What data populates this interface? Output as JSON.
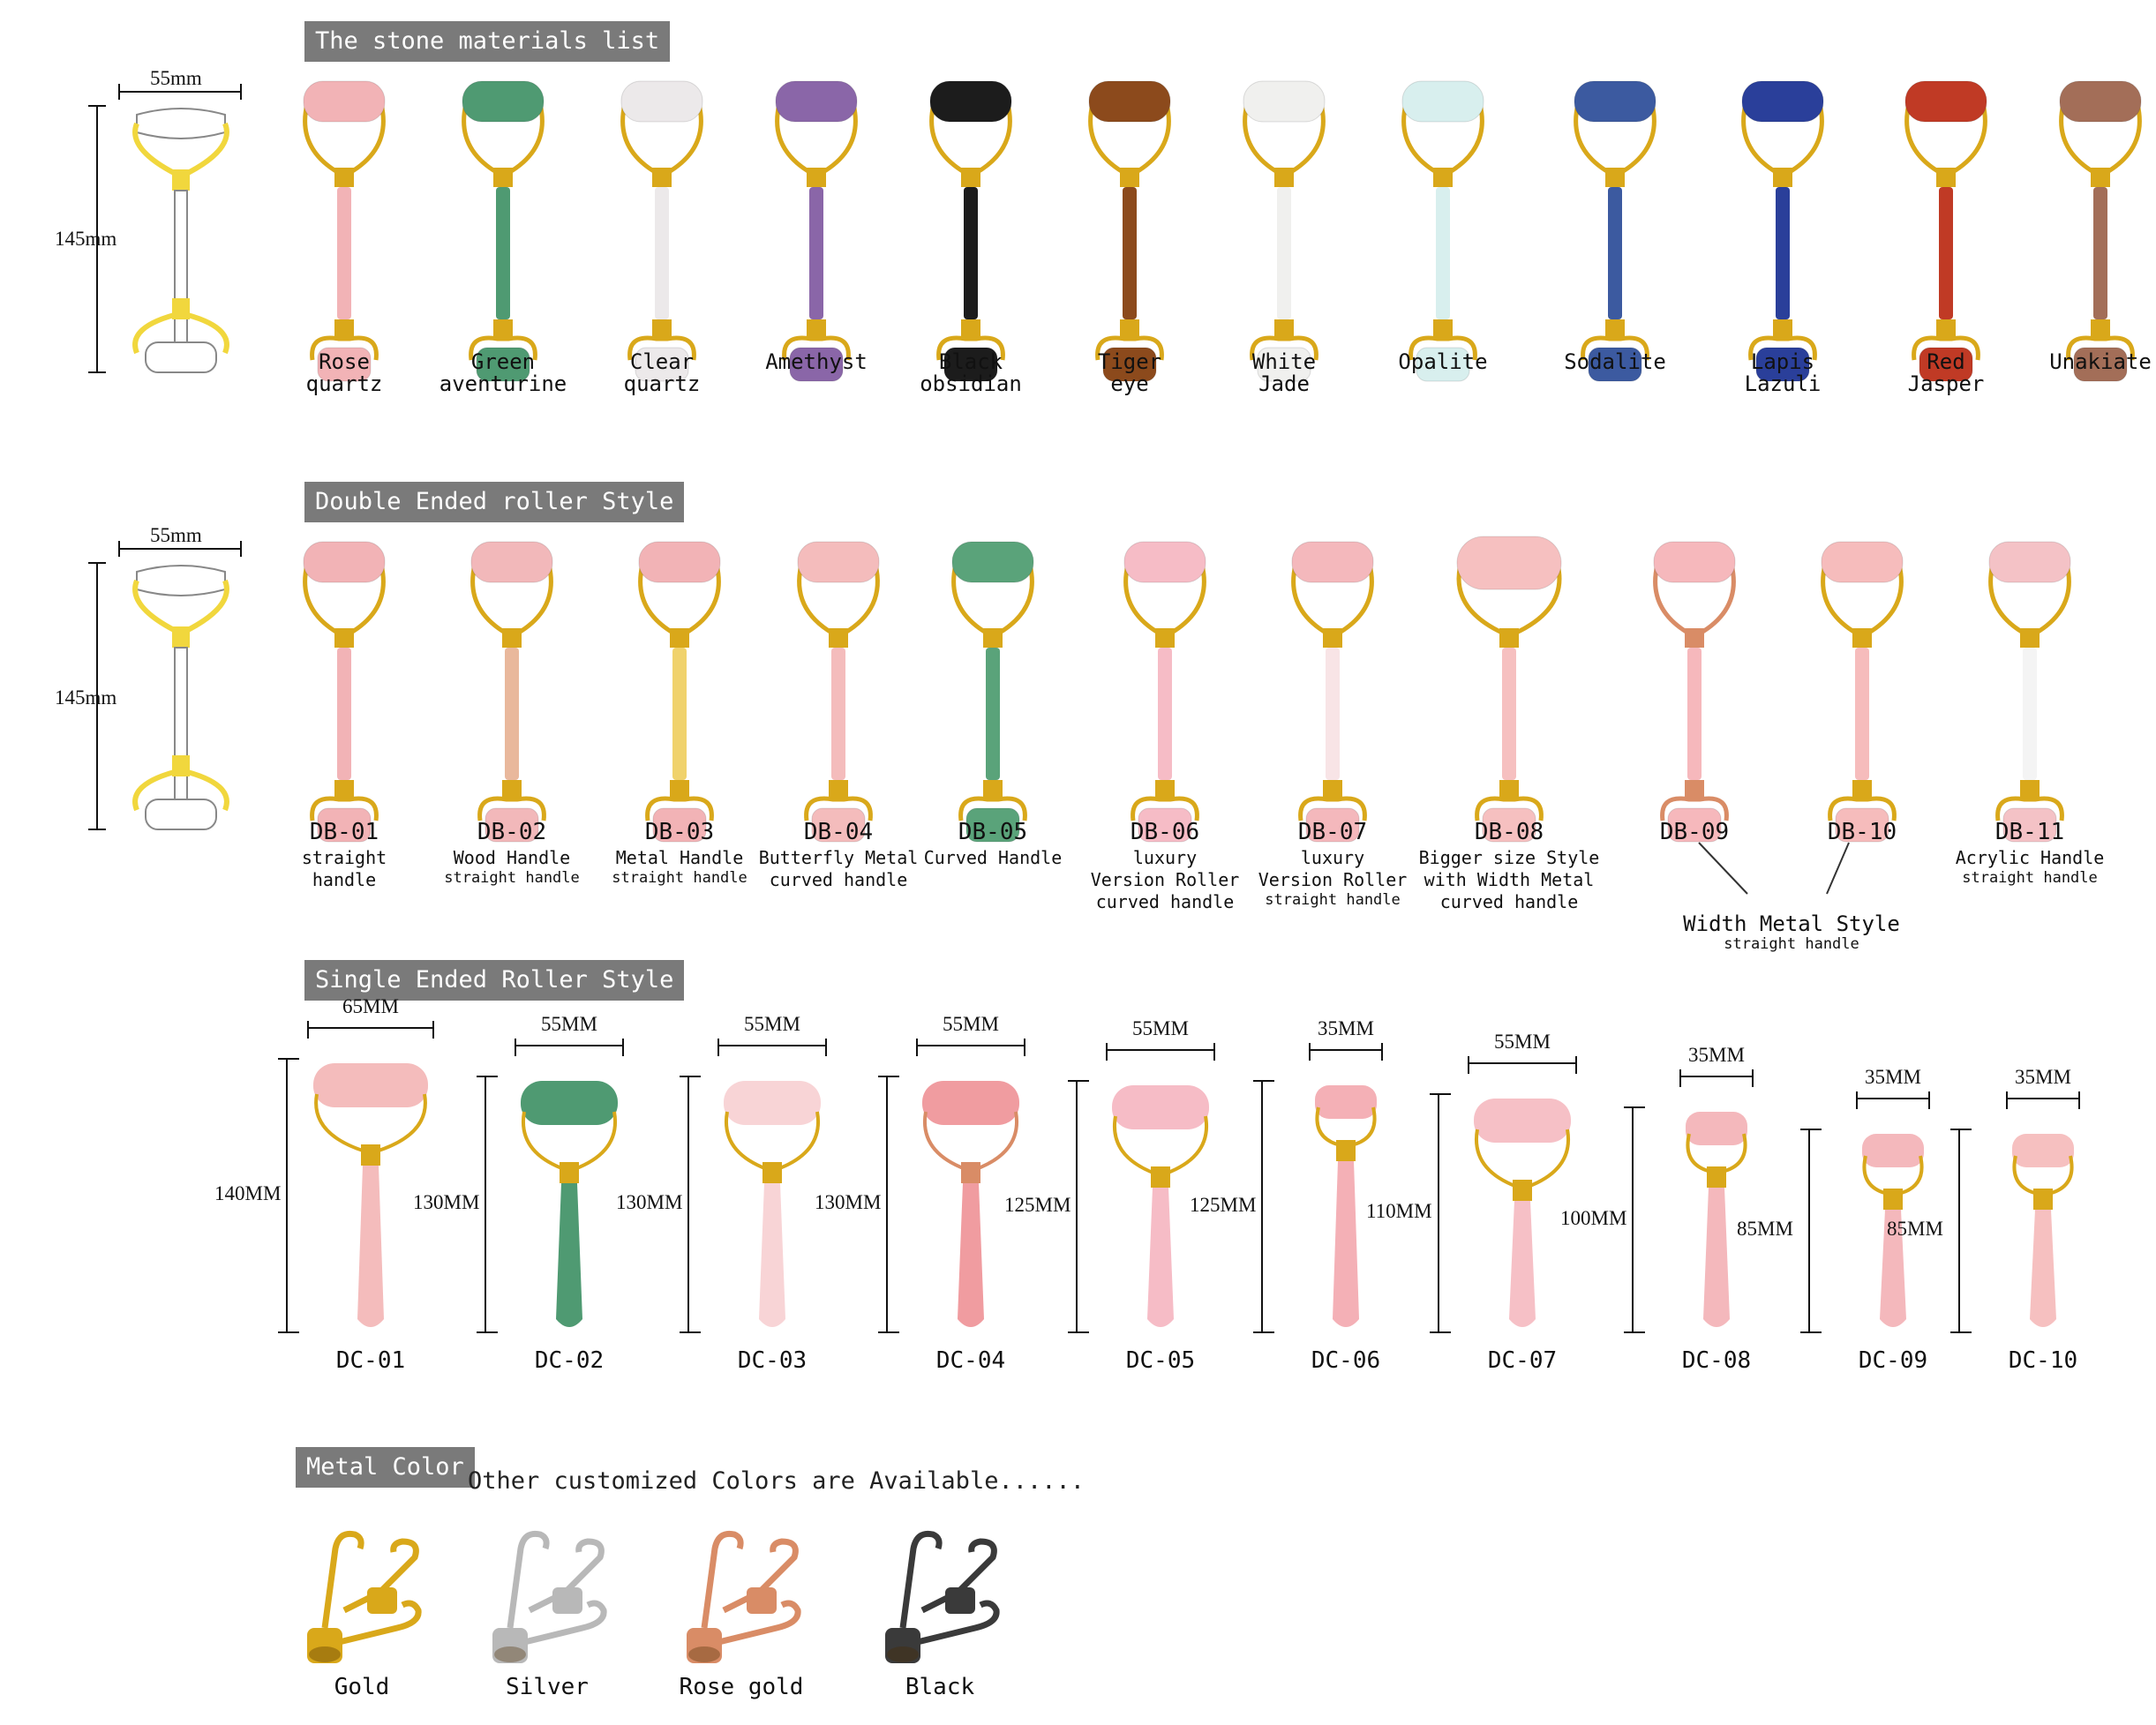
{
  "sections": {
    "stone": "The stone materials list",
    "double": "Double Ended roller Style",
    "single": "Single Ended Roller Style",
    "metal": "Metal Color"
  },
  "metal_note": "Other customized Colors are Available......",
  "diagram": {
    "width": "55mm",
    "height": "145mm"
  },
  "stones": [
    {
      "label": "Rose\nquartz",
      "color": "#f2b3b6"
    },
    {
      "label": "Green\naventurine",
      "color": "#4f9a72"
    },
    {
      "label": "Clear\nquartz",
      "color": "#ece9ea"
    },
    {
      "label": "Amethyst",
      "color": "#8a66a8"
    },
    {
      "label": "Black\nobsidian",
      "color": "#1c1c1c"
    },
    {
      "label": "Tiger\neye",
      "color": "#8c4a1c"
    },
    {
      "label": "White\nJade",
      "color": "#f0f0ee"
    },
    {
      "label": "Opalite",
      "color": "#d8efee"
    },
    {
      "label": "Sodalite",
      "color": "#3c5aa0"
    },
    {
      "label": "Lapis\nLazuli",
      "color": "#2a3f9a"
    },
    {
      "label": "Red\nJasper",
      "color": "#c03a25"
    },
    {
      "label": "Unakiate",
      "color": "#a36e58"
    }
  ],
  "double": [
    {
      "code": "DB-01",
      "desc": "straight\nhandle",
      "sm": ""
    },
    {
      "code": "DB-02",
      "desc": "Wood Handle",
      "sm": "straight handle"
    },
    {
      "code": "DB-03",
      "desc": "Metal Handle",
      "sm": "straight handle"
    },
    {
      "code": "DB-04",
      "desc": "Butterfly Metal\ncurved handle",
      "sm": ""
    },
    {
      "code": "DB-05",
      "desc": "Curved Handle",
      "sm": ""
    },
    {
      "code": "DB-06",
      "desc": "luxury\nVersion Roller\ncurved handle",
      "sm": ""
    },
    {
      "code": "DB-07",
      "desc": "luxury\nVersion Roller",
      "sm": "straight handle"
    },
    {
      "code": "DB-08",
      "desc": "Bigger size Style\nwith Width Metal\ncurved handle",
      "sm": ""
    },
    {
      "code": "DB-09",
      "desc": "",
      "sm": ""
    },
    {
      "code": "DB-10",
      "desc": "",
      "sm": ""
    },
    {
      "code": "DB-11",
      "desc": "Acrylic Handle",
      "sm": "straight handle"
    }
  ],
  "double_shared": {
    "desc": "Width Metal Style",
    "sm": "straight handle"
  },
  "single": [
    {
      "code": "DC-01",
      "w": "65MM",
      "h": "140MM"
    },
    {
      "code": "DC-02",
      "w": "55MM",
      "h": "130MM"
    },
    {
      "code": "DC-03",
      "w": "55MM",
      "h": "130MM"
    },
    {
      "code": "DC-04",
      "w": "55MM",
      "h": "130MM"
    },
    {
      "code": "DC-05",
      "w": "55MM",
      "h": "125MM"
    },
    {
      "code": "DC-06",
      "w": "35MM",
      "h": "125MM"
    },
    {
      "code": "DC-07",
      "w": "55MM",
      "h": "110MM"
    },
    {
      "code": "DC-08",
      "w": "35MM",
      "h": "100MM"
    },
    {
      "code": "DC-09",
      "w": "35MM",
      "h": "85MM"
    },
    {
      "code": "DC-10",
      "w": "35MM",
      "h": "85MM"
    }
  ],
  "metals": [
    {
      "label": "Gold",
      "color": "#d9a81a"
    },
    {
      "label": "Silver",
      "color": "#b8b8b8"
    },
    {
      "label": "Rose gold",
      "color": "#d98c66"
    },
    {
      "label": "Black",
      "color": "#3a3a3a"
    }
  ]
}
